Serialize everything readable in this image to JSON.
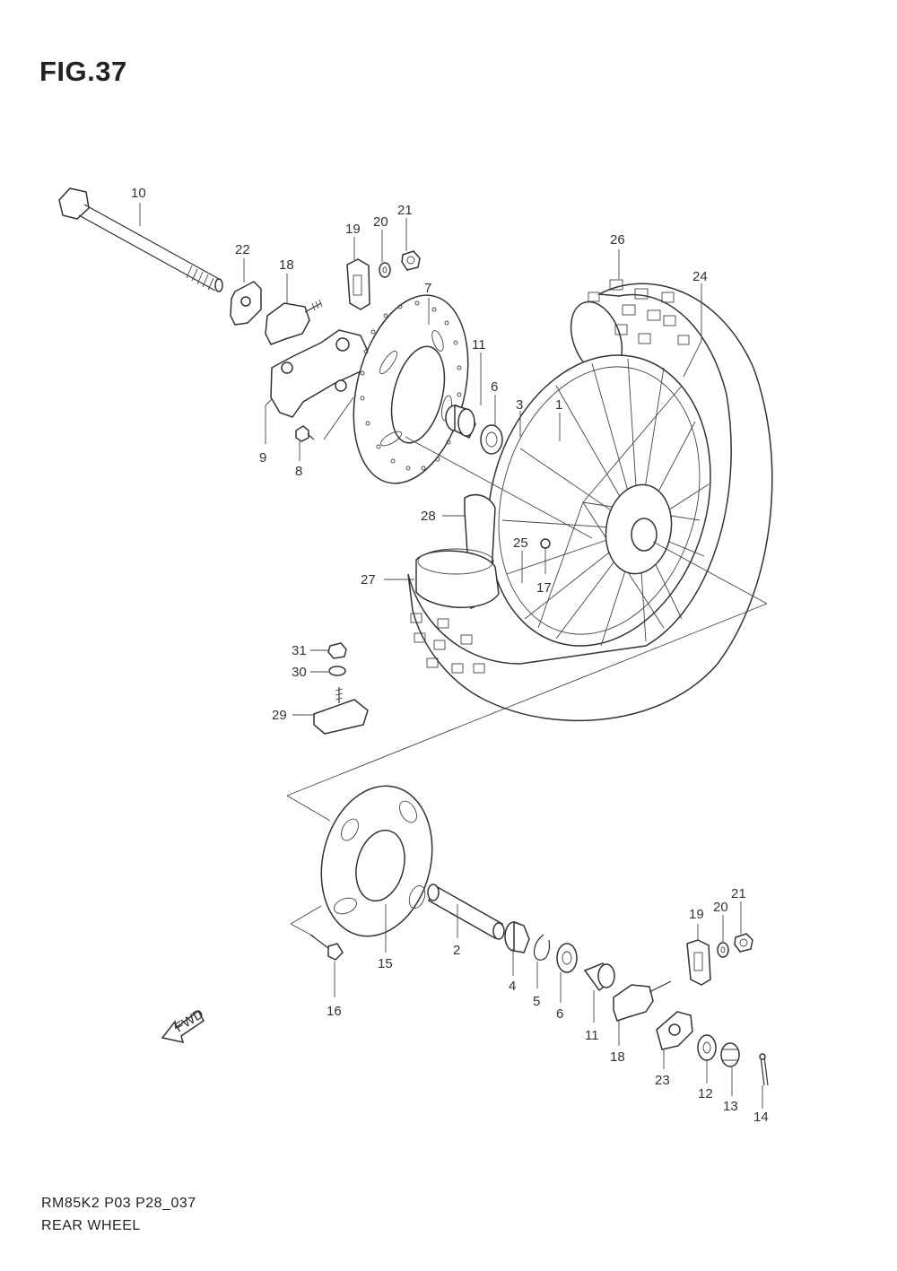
{
  "figure_title": "FIG.37",
  "footer": {
    "code": "RM85K2 P03 P28_037",
    "caption": "REAR WHEEL"
  },
  "fwd_label": "FWD",
  "callouts": {
    "c1": "1",
    "c2": "2",
    "c3": "3",
    "c4": "4",
    "c5": "5",
    "c6a": "6",
    "c6b": "6",
    "c7": "7",
    "c8": "8",
    "c9": "9",
    "c10": "10",
    "c11a": "11",
    "c11b": "11",
    "c12": "12",
    "c13": "13",
    "c14": "14",
    "c15": "15",
    "c16": "16",
    "c17": "17",
    "c18a": "18",
    "c18b": "18",
    "c19a": "19",
    "c19b": "19",
    "c20a": "20",
    "c20b": "20",
    "c21a": "21",
    "c21b": "21",
    "c22": "22",
    "c23": "23",
    "c24": "24",
    "c25": "25",
    "c26": "26",
    "c27": "27",
    "c28": "28",
    "c29": "29",
    "c30": "30",
    "c31": "31"
  }
}
